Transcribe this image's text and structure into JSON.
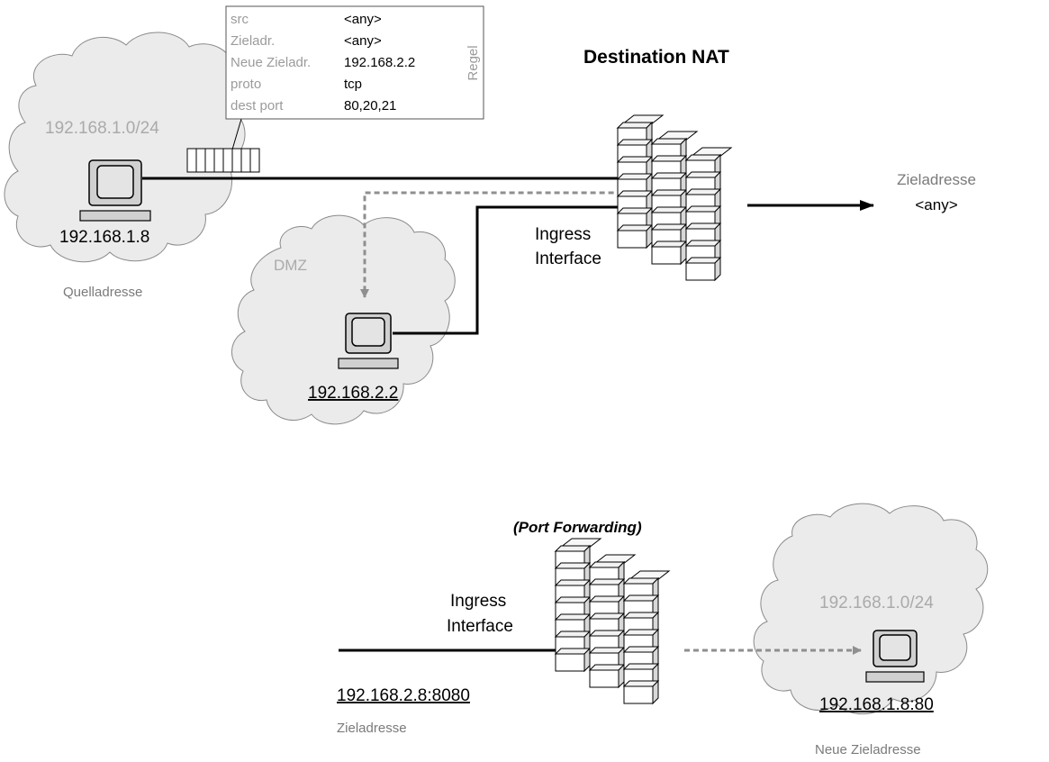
{
  "title": "Destination NAT",
  "subtitle": "(Port Forwarding)",
  "colors": {
    "cloud_fill": "#ebebeb",
    "cloud_stroke": "#8a8a8a",
    "muted_text": "#9b9b9b",
    "label_text": "#7a7a7a",
    "line": "#000000",
    "dashed": "#8f8f8f"
  },
  "rule_box": {
    "vertical_label": "Regel",
    "rows": [
      {
        "key": "src",
        "value": "<any>"
      },
      {
        "key": "Zieladr.",
        "value": "<any>"
      },
      {
        "key": "Neue Zieladr.",
        "value": "192.168.2.2"
      },
      {
        "key": "proto",
        "value": "tcp"
      },
      {
        "key": "dest port",
        "value": "80,20,21"
      }
    ]
  },
  "top": {
    "source_net": "192.168.1.0/24",
    "source_ip": "192.168.1.8",
    "source_caption": "Quelladresse",
    "dmz_label": "DMZ",
    "dmz_ip": "192.168.2.2",
    "ingress_line1": "Ingress",
    "ingress_line2": "Interface",
    "dest_caption": "Zieladresse",
    "dest_value": "<any>"
  },
  "bottom": {
    "ingress_line1": "Ingress",
    "ingress_line2": "Interface",
    "dest_addr": "192.168.2.8:8080",
    "dest_caption": "Zieladresse",
    "target_net": "192.168.1.0/24",
    "target_ip": "192.168.1.8:80",
    "target_caption": "Neue Zieladresse"
  },
  "icons": [
    "computer-icon",
    "firewall-icon",
    "cloud-icon",
    "queue-icon",
    "arrow-icon"
  ]
}
